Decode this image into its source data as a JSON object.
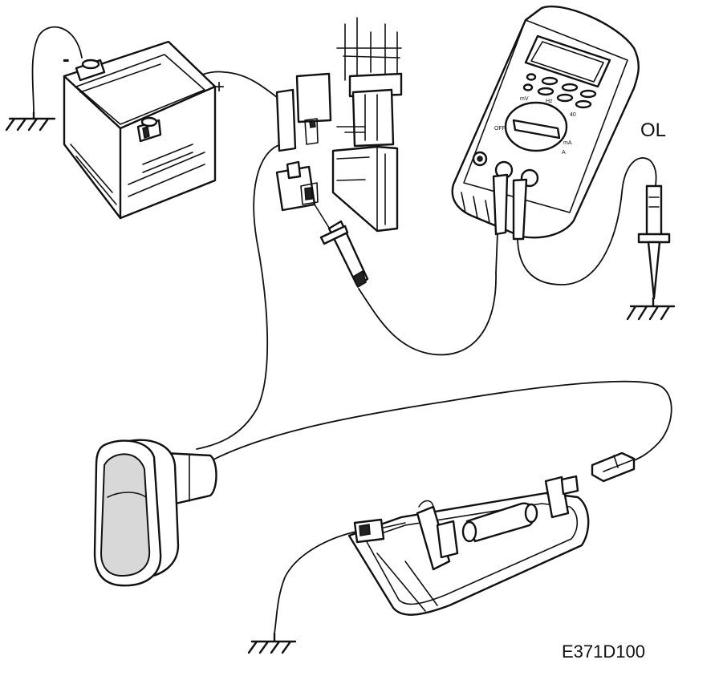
{
  "labels": {
    "battery_negative": "-",
    "battery_positive": "+",
    "meter_reading": "OL",
    "figure_code": "E371D100"
  },
  "meter_dial": {
    "labels": [
      "mV",
      "Hz",
      "40",
      "mA",
      "A",
      "OFF"
    ]
  },
  "icons": [
    "ground-symbol",
    "battery-icon",
    "multimeter-icon",
    "test-probe-icon",
    "switch-icon",
    "lamp-housing-icon",
    "fuse-box-icon",
    "connector-icon"
  ]
}
